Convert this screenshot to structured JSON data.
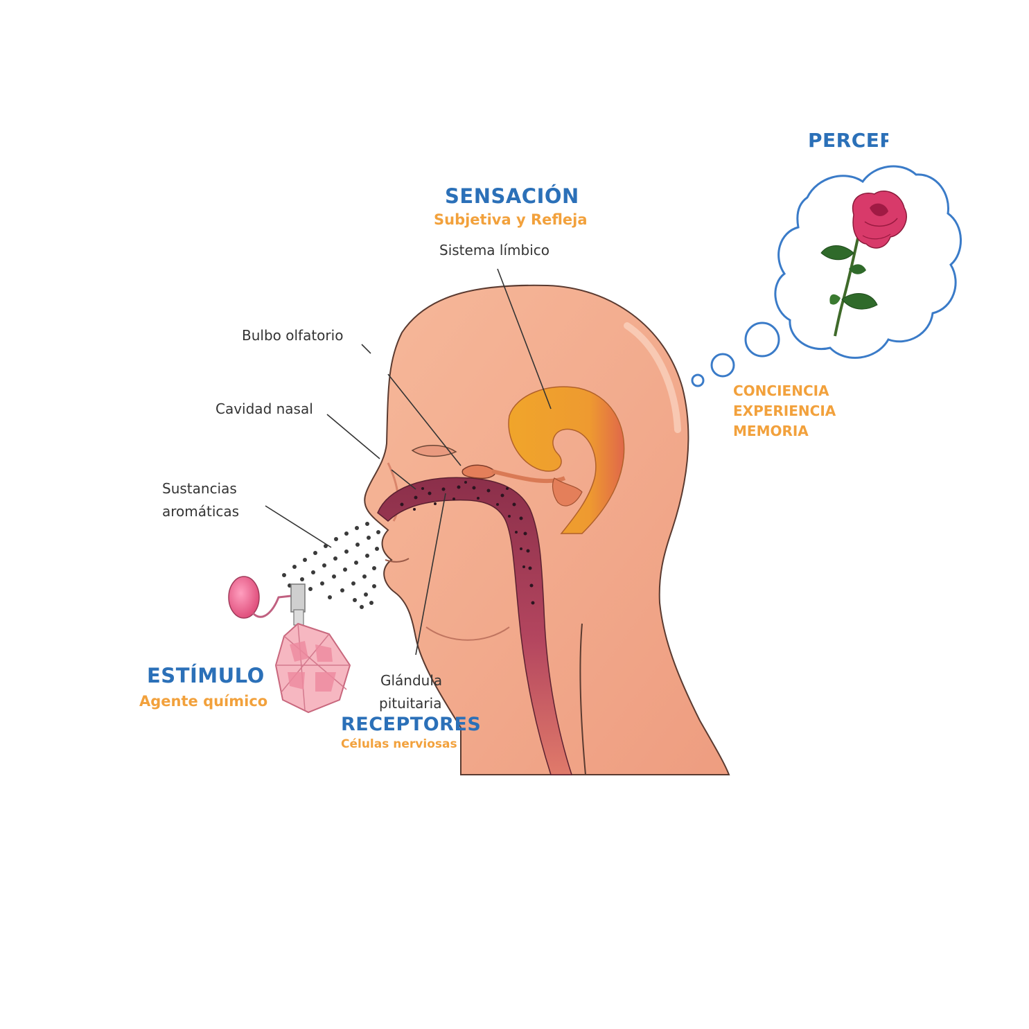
{
  "colors": {
    "title_blue": "#2b70b8",
    "subtitle_orange": "#f2a13c",
    "skin": "#f3a98a",
    "limbic": "#eea22f",
    "airway": "#8b2f4a",
    "thought_outline": "#3a7bc8"
  },
  "perception": {
    "title": "PERCEPCIÓN",
    "lines": [
      "CONCIENCIA",
      "EXPERIENCIA",
      "MEMORIA"
    ],
    "image": "rose-icon"
  },
  "sensation": {
    "title": "SENSACIÓN",
    "subtitle": "Subjetiva y Refleja"
  },
  "stimulus": {
    "title": "ESTÍMULO",
    "subtitle": "Agente químico"
  },
  "receptors": {
    "title": "RECEPTORES",
    "subtitle": "Células nerviosas"
  },
  "labels": {
    "limbic_system": "Sistema límbico",
    "olfactory_bulb": "Bulbo olfatorio",
    "nasal_cavity": "Cavidad nasal",
    "aromatic_line1": "Sustancias",
    "aromatic_line2": "aromáticas",
    "pituitary_line1": "Glándula",
    "pituitary_line2": "pituitaria"
  }
}
